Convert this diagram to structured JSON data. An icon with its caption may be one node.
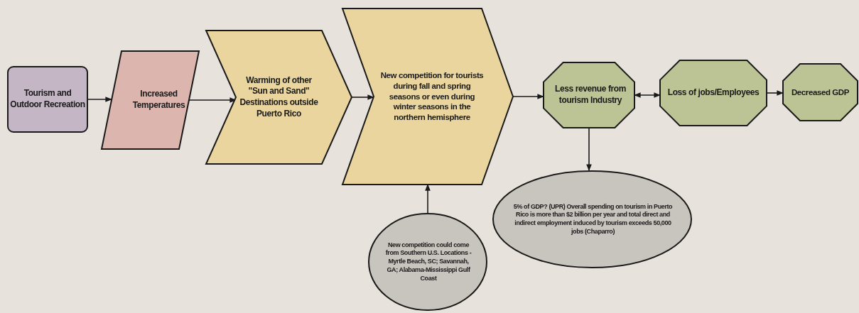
{
  "diagram": {
    "nodes": [
      {
        "text": [
          "Tourism and Outdoor Recreation"
        ]
      },
      {
        "text": [
          "Increased Temperatures"
        ]
      },
      {
        "text": [
          "Warming of other \"Sun and Sand\" Destinations outside Puerto Rico"
        ]
      },
      {
        "text": [
          "New competition for tourists during fall and spring seasons or even during winter seasons in the northern hemisphere"
        ]
      },
      {
        "text": [
          "Less revenue from tourism Industry"
        ]
      },
      {
        "text": [
          "Loss of jobs/Employees"
        ]
      },
      {
        "text": [
          "Decreased GDP"
        ]
      },
      {
        "text": [
          "New competition could come from Southern U.S. Locations - Myrtle Beach, SC; Savannah, GA; Alabama-Mississippi Gulf Coast"
        ]
      },
      {
        "text": [
          "5% of GDP? (UPR) Overall spending on tourism in Puerto Rico is more than $2 billion per year and total direct and indirect employment induced by tourism exceeds 50,000 jobs (Chaparro)"
        ]
      }
    ],
    "edges": [
      {
        "from": 0,
        "to": 1,
        "arrow": "to"
      },
      {
        "from": 1,
        "to": 2,
        "arrow": "to"
      },
      {
        "from": 2,
        "to": 3,
        "arrow": "to"
      },
      {
        "from": 3,
        "to": 4,
        "arrow": "to"
      },
      {
        "from": 4,
        "to": 5,
        "arrow": "both"
      },
      {
        "from": 5,
        "to": 6,
        "arrow": "to"
      },
      {
        "from": 4,
        "to": 8,
        "arrow": "to"
      },
      {
        "from": 7,
        "to": 3,
        "arrow": "to"
      }
    ]
  }
}
